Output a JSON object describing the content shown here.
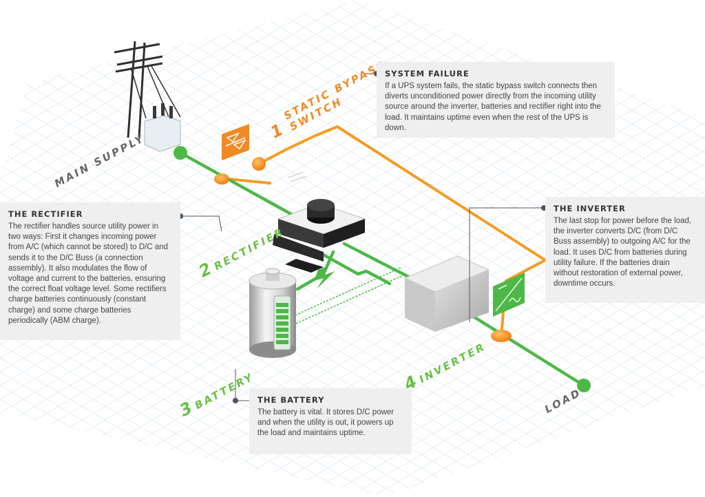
{
  "colors": {
    "green": "#4db848",
    "orange": "#f39c23",
    "label_green": "#6abf45",
    "label_orange": "#f08a24",
    "grid": "#dde9f1"
  },
  "labels": {
    "main_supply": "MAIN SUPPLY",
    "load": "LOAD",
    "static_bypass": {
      "num": "1",
      "line1": "STATIC BYPASS",
      "line2": "SWITCH"
    },
    "rectifier": {
      "num": "2",
      "word": "RECTIFIER"
    },
    "battery": {
      "num": "3",
      "word": "BATTERY"
    },
    "inverter": {
      "num": "4",
      "word": "INVERTER"
    }
  },
  "callouts": {
    "system_failure": {
      "title": "SYSTEM FAILURE",
      "body": "If a UPS system fails, the static bypass switch connects then diverts unconditioned power directly from the incoming utility source around the inverter, batteries and rectifier right into the load. It maintains uptime even when the rest of the UPS is down."
    },
    "rectifier": {
      "title": "THE RECTIFIER",
      "body": "The rectifier handles source utility power in two ways: First it changes incoming power from A/C (which cannot be stored) to D/C and sends it to the D/C Buss (a connection assembly). It also modulates the flow of voltage and current to the batteries, ensuring the correct float voltage level. Some rectifiers charge batteries continuously (constant charge) and some charge batteries periodically (ABM charge)."
    },
    "inverter": {
      "title": "THE INVERTER",
      "body": "The last stop for power before the load, the inverter converts D/C (from D/C Buss assembly) to outgoing A/C for the load. It uses D/C from batteries during utility failure. If the batteries drain without restoration of external power, downtime occurs."
    },
    "battery": {
      "title": "THE BATTERY",
      "body": "The battery is vital. It stores D/C power and when the utility is out, it powers up the load and maintains uptime."
    }
  }
}
